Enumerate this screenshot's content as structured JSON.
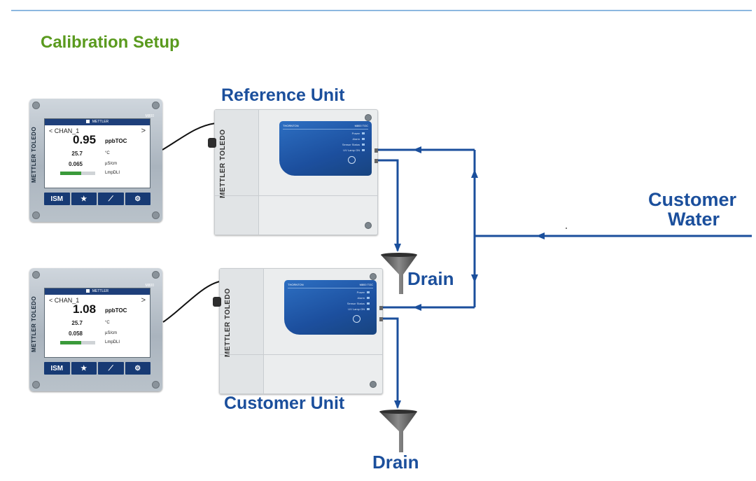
{
  "title": "Calibration Setup",
  "labels": {
    "reference_unit": "Reference Unit",
    "customer_unit": "Customer Unit",
    "customer_water_line1": "Customer",
    "customer_water_line2": "Water",
    "drain_upper": "Drain",
    "drain_lower": "Drain"
  },
  "colors": {
    "title": "#5a9a1e",
    "label": "#1b4f9c",
    "pipe": "#1b4f9c",
    "funnel": "#5e5e5e"
  },
  "transmitters": [
    {
      "brand": "METTLER TOLEDO",
      "model": "M800",
      "header": "METTLER",
      "channel": "CHAN_1",
      "main_value": "0.95",
      "main_unit": "ppbTOC",
      "temp_value": "25.7",
      "temp_unit": "°C",
      "cond_value": "0.065",
      "cond_unit": "µS/cm",
      "bar_label": "LmpDLI",
      "buttons": [
        "ISM",
        "★",
        "⟋",
        "⚙"
      ]
    },
    {
      "brand": "METTLER TOLEDO",
      "model": "M800",
      "header": "METTLER",
      "channel": "CHAN_1",
      "main_value": "1.08",
      "main_unit": "ppbTOC",
      "temp_value": "25.7",
      "temp_unit": "°C",
      "cond_value": "0.058",
      "cond_unit": "µS/cm",
      "bar_label": "LmpDLI",
      "buttons": [
        "ISM",
        "★",
        "⟋",
        "⚙"
      ]
    }
  ],
  "analyzers": [
    {
      "brand": "METTLER TOLEDO",
      "panel_left": "THORNTON",
      "panel_right": "M800 TOC",
      "indicators": [
        "Power",
        "Alarm",
        "Sensor Status",
        "UV Lamp ON"
      ]
    },
    {
      "brand": "METTLER TOLEDO",
      "panel_left": "THORNTON",
      "panel_right": "M800 TOC",
      "indicators": [
        "Power",
        "Alarm",
        "Sensor Status",
        "UV Lamp ON"
      ]
    }
  ]
}
